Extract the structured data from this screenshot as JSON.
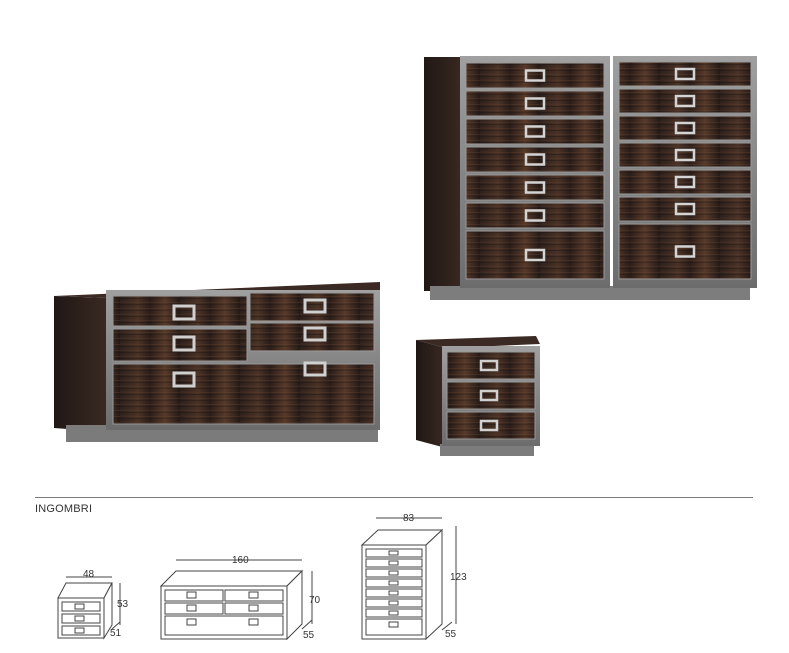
{
  "section_title": "INGOMBRI",
  "colors": {
    "wood_dark": "#2a1e1a",
    "wood_streak": "#6b4630",
    "frame_metal": "#8c8c8c",
    "handle_metal": "#c9c9c9",
    "line": "#7a7a7a"
  },
  "dimensions": {
    "nightstand": {
      "width": "48",
      "height": "53",
      "depth": "51"
    },
    "dresser": {
      "width": "160",
      "height": "70",
      "depth": "55"
    },
    "chest": {
      "width": "83",
      "height": "123",
      "depth": "55"
    }
  }
}
